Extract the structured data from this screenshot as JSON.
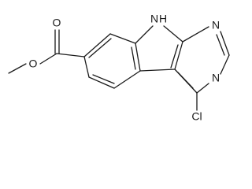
{
  "molecule": {
    "atoms": {
      "ester_oxygen": "O",
      "carbonyl_oxygen": "O",
      "ring_nh": "N",
      "ring_h": "H",
      "pyrimidine_n_upper": "N",
      "pyrimidine_n_lower": "N",
      "chlorine": "Cl"
    }
  },
  "colors": {
    "bond": "#1a1a1a",
    "label": "#1a1a1a",
    "background": "#ffffff"
  }
}
